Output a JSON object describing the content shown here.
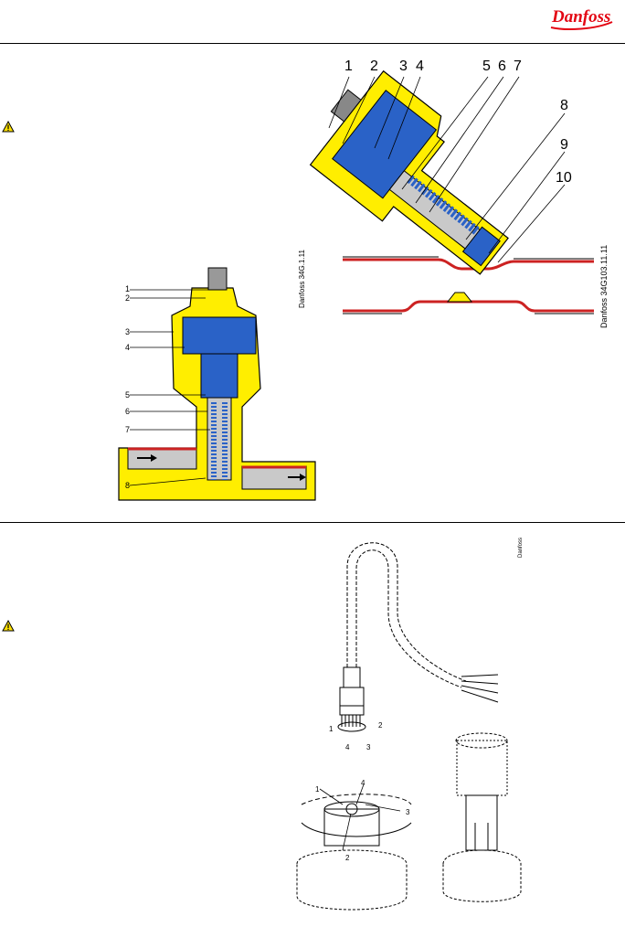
{
  "header": {
    "logo_text": "Danfoss",
    "brand_color": "#e30613"
  },
  "fig_top": {
    "callouts": [
      "1",
      "2",
      "3",
      "4",
      "5",
      "6",
      "7",
      "8",
      "9",
      "10"
    ],
    "code": "Danfoss 34G103.11.11",
    "small_code": "Danfoss 34G.1.11"
  },
  "fig_left": {
    "callouts": [
      "1",
      "2",
      "3",
      "4",
      "5",
      "6",
      "7",
      "8"
    ]
  },
  "fig_bottom": {
    "plug_pins": [
      "1",
      "2",
      "3",
      "4"
    ],
    "socket_pins": [
      "1",
      "2",
      "3",
      "4"
    ],
    "code": "Danfoss"
  },
  "colors": {
    "body_yellow": "#ffee00",
    "coil_blue": "#2a62c7",
    "pipe_red": "#cc2222",
    "grey": "#c9c9c9"
  },
  "icons": [
    "warning-icon"
  ]
}
